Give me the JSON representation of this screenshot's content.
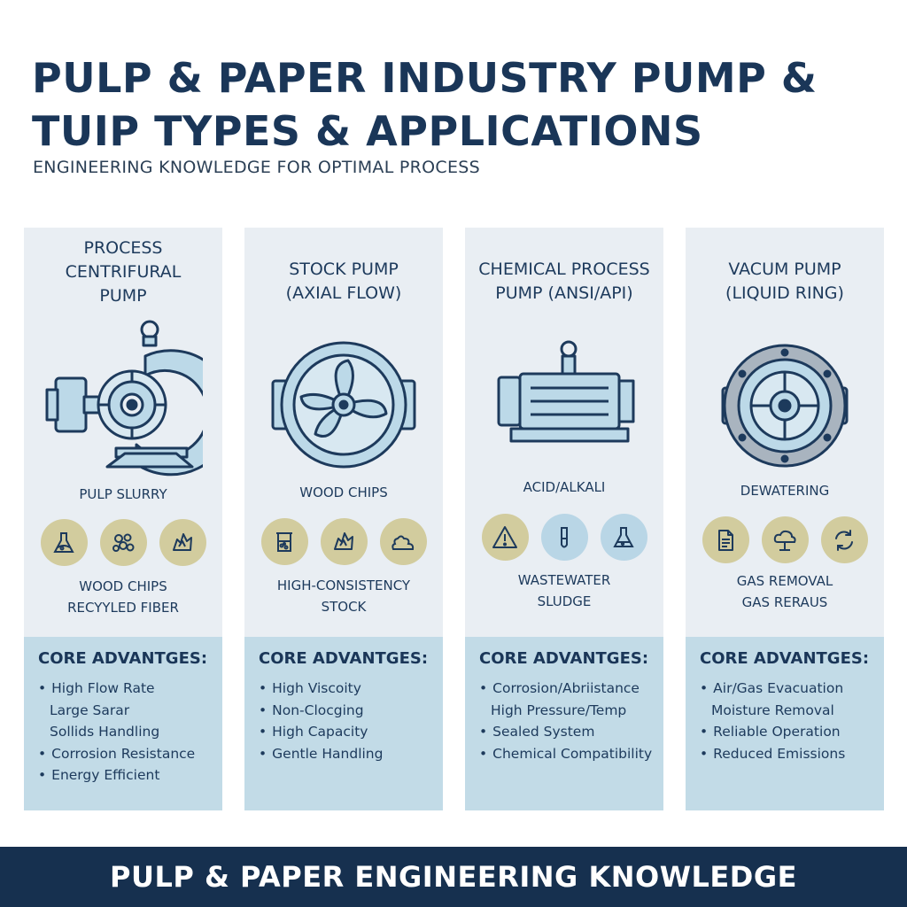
{
  "header": {
    "title_line1": "PULP & PAPER INDUSTRY PUMP &",
    "title_line2": "TUIP TYPES & APPLICATIONS",
    "subtitle": "ENGINEERING KNOWLEDGE FOR OPTIMAL PROCESS"
  },
  "cards": [
    {
      "title_lines": [
        "PROCESS",
        "CENTRIFURAL",
        "PUMP"
      ],
      "pump_icon": "centrifugal-pump-icon",
      "application_primary": "PULP SLURRY",
      "icons": [
        "flask-icon",
        "pellets-icon",
        "wood-chips-icon"
      ],
      "application_lines": [
        "WOOD CHIPS",
        "RECYYLED FIBER"
      ],
      "advantages_title": "CORE ADVANTGES:",
      "advantages": [
        {
          "text": "High Flow Rate",
          "bullet": true
        },
        {
          "text": "Large Sarar",
          "bullet": false
        },
        {
          "text": "Sollids Handling",
          "bullet": false
        },
        {
          "text": "Corrosion Resistance",
          "bullet": true
        },
        {
          "text": "Energy Efficient",
          "bullet": true
        }
      ]
    },
    {
      "title_lines": [
        "STOCK PUMP",
        "(AXIAL FLOW)"
      ],
      "pump_icon": "axial-flow-pump-icon",
      "application_primary": "WOOD CHIPS",
      "icons": [
        "beaker-icon",
        "wood-chips-icon",
        "sludge-icon"
      ],
      "application_lines": [
        "HIGH-CONSISTENCY",
        "STOCK"
      ],
      "advantages_title": "CORE ADVANTGES:",
      "advantages": [
        {
          "text": "High Viscoity",
          "bullet": true
        },
        {
          "text": "Non-Clocging",
          "bullet": true
        },
        {
          "text": "High Capacity",
          "bullet": true
        },
        {
          "text": "Gentle Handling",
          "bullet": true
        }
      ]
    },
    {
      "title_lines": [
        "CHEMICAL PROCESS",
        "PUMP (ANSI/API)"
      ],
      "pump_icon": "chemical-process-pump-icon",
      "application_primary": "ACID/ALKALI",
      "icons": [
        "hazard-warning-icon",
        "test-tube-icon",
        "flask-icon"
      ],
      "application_lines": [
        "WASTEWATER",
        "SLUDGE"
      ],
      "advantages_title": "CORE ADVANTGES:",
      "advantages": [
        {
          "text": "Corrosion/Abriistance",
          "bullet": true
        },
        {
          "text": "High Pressure/Temp",
          "bullet": false
        },
        {
          "text": "Sealed System",
          "bullet": true
        },
        {
          "text": "Chemical Compatibility",
          "bullet": true
        }
      ]
    },
    {
      "title_lines": [
        "VACUM PUMP",
        "(LIQUID RING)"
      ],
      "pump_icon": "liquid-ring-vacuum-pump-icon",
      "application_primary": "DEWATERING",
      "icons": [
        "document-icon",
        "gas-cloud-icon",
        "recycle-arrows-icon"
      ],
      "application_lines": [
        "GAS REMOVAL",
        "GAS RERAUS"
      ],
      "advantages_title": "CORE ADVANTGES:",
      "advantages": [
        {
          "text": "Air/Gas Evacuation",
          "bullet": true
        },
        {
          "text": "Moisture Removal",
          "bullet": false
        },
        {
          "text": "Reliable Operation",
          "bullet": true
        },
        {
          "text": "Reduced Emissions",
          "bullet": true
        }
      ]
    }
  ],
  "footer": {
    "text": "PULP & PAPER ENGINEERING KNOWLEDGE"
  },
  "colors": {
    "navy": "#1a3658",
    "card_bg": "#e9eef3",
    "advantages_bg": "#c2dbe7",
    "icon_circle_olive": "#d2cc9e",
    "icon_circle_blue": "#b9d6e6",
    "pump_fill": "#bcd9e8",
    "footer_bg": "#16304f"
  }
}
